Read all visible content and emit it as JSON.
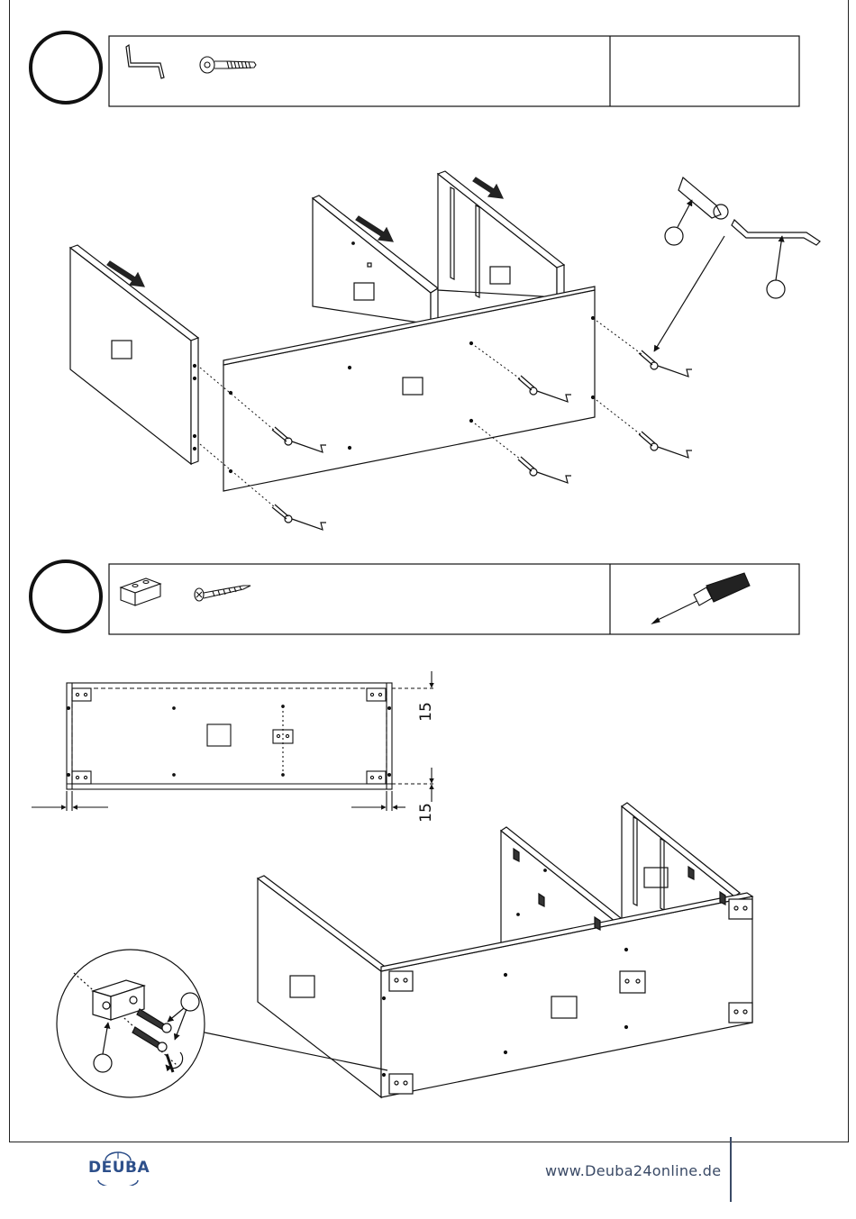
{
  "dimensions": {
    "vertical_top": "15",
    "vertical_bottom": "15"
  },
  "footer": {
    "brand": "DEUBA",
    "url": "www.Deuba24online.de"
  },
  "icons": {
    "step1_parts": [
      "allen-key-icon",
      "connector-bolt-icon"
    ],
    "step2_parts": [
      "wood-block-icon",
      "wood-screw-icon"
    ],
    "step2_tool": "screwdriver-icon"
  }
}
